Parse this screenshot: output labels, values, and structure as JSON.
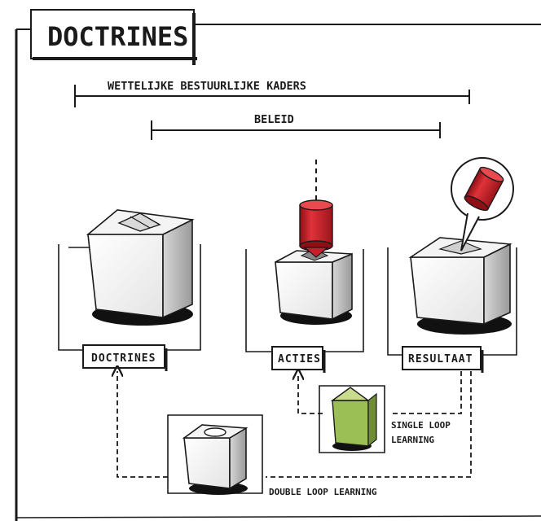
{
  "header": {
    "title": "DOCTRINES"
  },
  "ranges": {
    "legal_frameworks": "WETTELIJKE BESTUURLIJKE KADERS",
    "policy": "BELEID"
  },
  "stages": {
    "doctrines": "DOCTRINES",
    "actions": "ACTIES",
    "result": "RESULTAAT"
  },
  "loops": {
    "single_line1": "SINGLE LOOP",
    "single_line2": "LEARNING",
    "double": "DOUBLE LOOP LEARNING"
  },
  "colors": {
    "ink": "#1a1a1a",
    "red": "#c8202a",
    "green": "#9cbf55",
    "box_shade": "#cfcfcf"
  }
}
